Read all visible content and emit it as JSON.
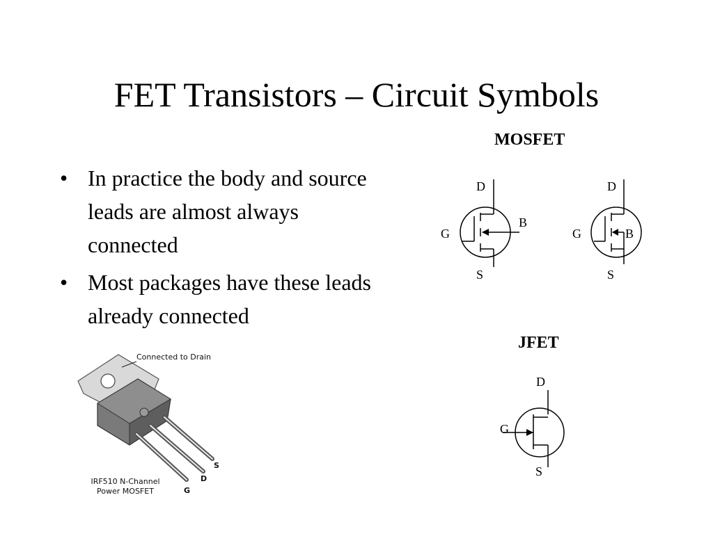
{
  "title": "FET Transistors – Circuit Symbols",
  "bullets": [
    "In practice the body and source leads are almost always connected",
    "Most packages have these leads already connected"
  ],
  "mosfet": {
    "heading": "MOSFET",
    "left_symbol": {
      "drain": "D",
      "gate": "G",
      "source": "S",
      "body": "B"
    },
    "right_symbol": {
      "drain": "D",
      "gate": "G",
      "source": "S",
      "body": "B"
    }
  },
  "jfet": {
    "heading": "JFET",
    "symbol": {
      "drain": "D",
      "gate": "G",
      "source": "S"
    }
  },
  "package": {
    "drain_note": "Connected to Drain",
    "caption_line1": "IRF510 N-Channel",
    "caption_line2": "Power MOSFET",
    "pin_s": "S",
    "pin_d": "D",
    "pin_g": "G"
  }
}
